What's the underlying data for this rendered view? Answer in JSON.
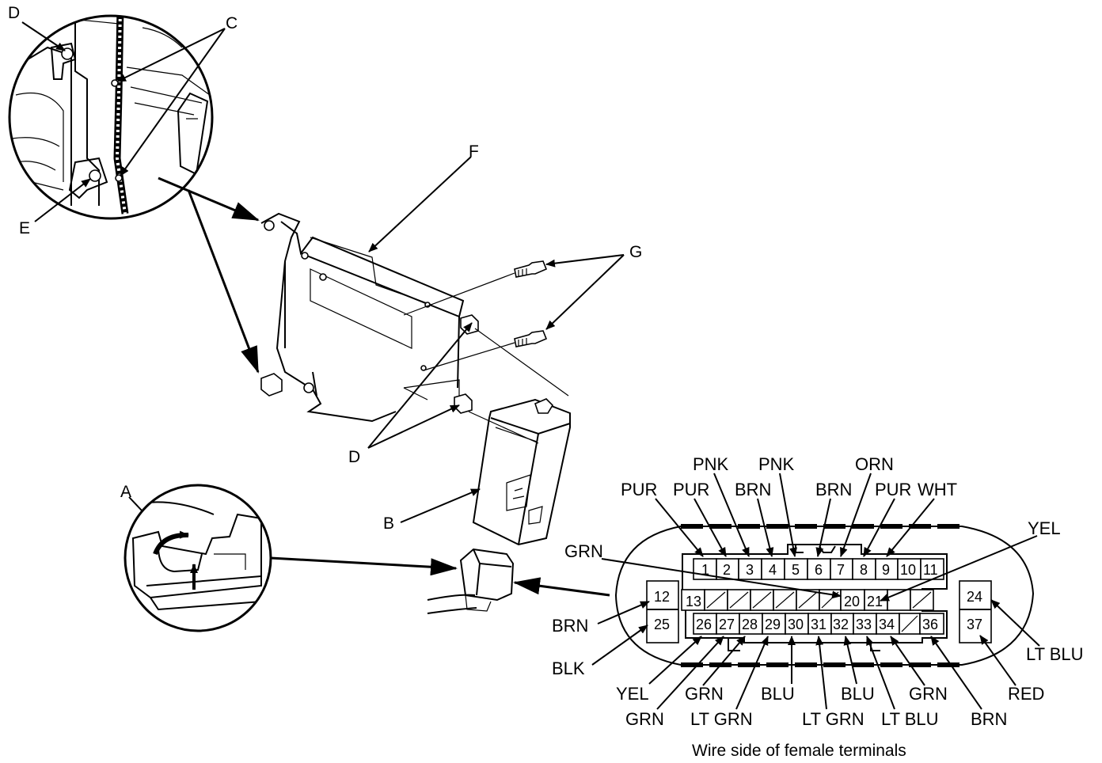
{
  "callouts": {
    "A": "A",
    "B": "B",
    "C": "C",
    "D": "D",
    "E": "E",
    "F": "F",
    "G": "G"
  },
  "caption": "Wire side of female terminals",
  "pins": [
    "1",
    "2",
    "3",
    "4",
    "5",
    "6",
    "7",
    "8",
    "9",
    "10",
    "11",
    "12",
    "13",
    "20",
    "21",
    "24",
    "25",
    "26",
    "27",
    "28",
    "29",
    "30",
    "31",
    "32",
    "33",
    "34",
    "36",
    "37"
  ],
  "wires": {
    "p1": "PUR",
    "p2": "PUR",
    "p3": "PNK",
    "p4": "BRN",
    "p5": "PNK",
    "p6": "BRN",
    "p7": "ORN",
    "p8": "PUR",
    "p9": "WHT",
    "p12": "BRN",
    "p20": "GRN",
    "p21": "YEL",
    "p24": "LT BLU",
    "p25": "BLK",
    "p26": "YEL",
    "p27": "GRN",
    "p28": "GRN",
    "p29": "LT GRN",
    "p30": "BLU",
    "p31": "LT GRN",
    "p32": "BLU",
    "p33": "LT BLU",
    "p34": "GRN",
    "p36": "BRN",
    "p37": "RED"
  }
}
